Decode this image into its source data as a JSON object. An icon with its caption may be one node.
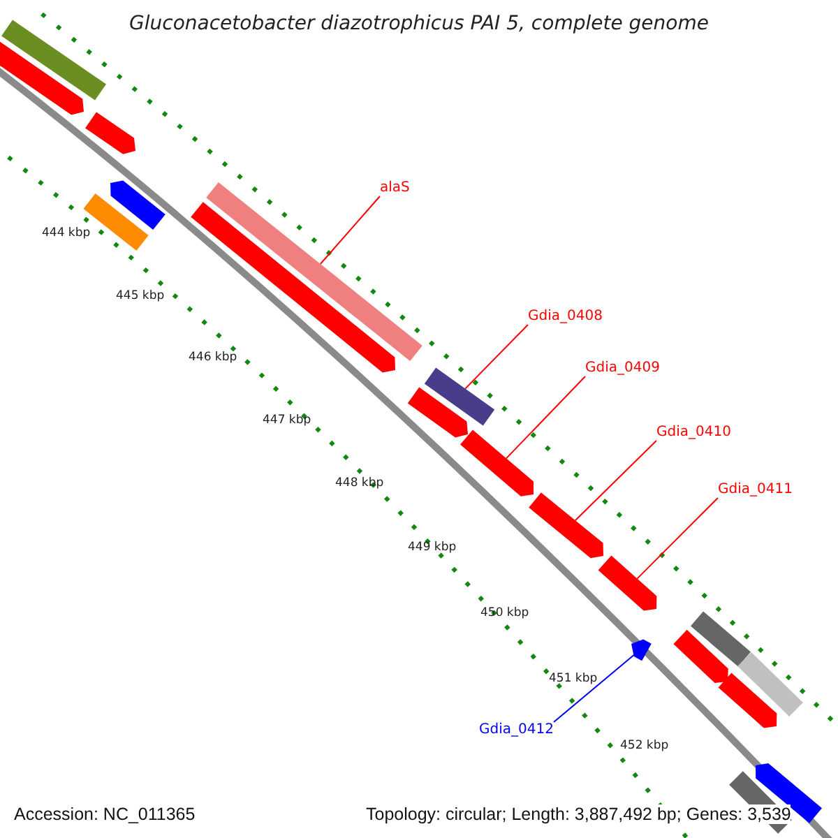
{
  "diagram": {
    "title": "Gluconacetobacter diazotrophicus PAI 5, complete genome",
    "nodes": [
      {
        "text": [
          "alaS"
        ]
      },
      {
        "text": [
          "Gdia_0408"
        ]
      },
      {
        "text": [
          "Gdia_0409"
        ]
      },
      {
        "text": [
          "Gdia_0410"
        ]
      },
      {
        "text": [
          "Gdia_0411"
        ]
      },
      {
        "text": [
          "Gdia_0412"
        ]
      },
      {
        "text": [],
        "shape": "bar"
      },
      {
        "text": [],
        "shape": "arrow"
      },
      {
        "text": [],
        "shape": "arrow"
      },
      {
        "text": [],
        "shape": "bar"
      },
      {
        "text": [],
        "shape": "arrow"
      },
      {
        "text": [],
        "shape": "arrow"
      },
      {
        "text": [],
        "shape": "bar"
      },
      {
        "text": [],
        "shape": "arrow"
      },
      {
        "text": [],
        "shape": "bar"
      },
      {
        "text": [],
        "shape": "arrow"
      },
      {
        "text": [],
        "shape": "arrow"
      },
      {
        "text": [],
        "shape": "arrow"
      },
      {
        "text": [],
        "shape": "arrow"
      },
      {
        "text": [],
        "shape": "arrow"
      },
      {
        "text": [],
        "shape": "bar"
      },
      {
        "text": [],
        "shape": "bar"
      },
      {
        "text": [],
        "shape": "arrow"
      },
      {
        "text": [],
        "shape": "bar"
      },
      {
        "text": [],
        "shape": "arrow"
      }
    ],
    "edges": [
      {
        "from": 0,
        "to": 12,
        "arrow": "none"
      },
      {
        "from": 1,
        "to": 14,
        "arrow": "none"
      },
      {
        "from": 2,
        "to": 15,
        "arrow": "none"
      },
      {
        "from": 3,
        "to": 16,
        "arrow": "none"
      },
      {
        "from": 4,
        "to": 17,
        "arrow": "none"
      },
      {
        "from": 5,
        "to": 18,
        "arrow": "none",
        "color": "#0000ff"
      }
    ],
    "labels": [
      "444 kbp",
      "445 kbp",
      "446 kbp",
      "447 kbp",
      "448 kbp",
      "449 kbp",
      "450 kbp",
      "451 kbp",
      "452 kbp",
      "Accession: NC_011365",
      "Topology: circular; Length: 3,887,492 bp; Genes: 3,539"
    ]
  }
}
